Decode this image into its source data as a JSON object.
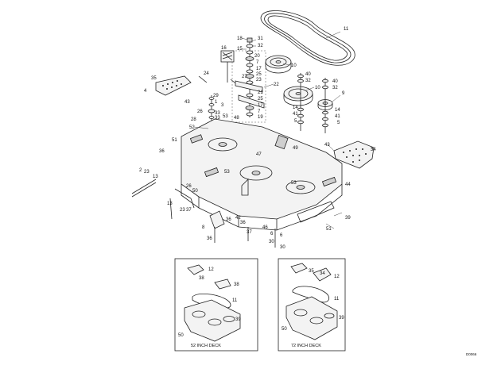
{
  "main_callouts": [
    "11",
    "18",
    "31",
    "32",
    "15",
    "16",
    "20",
    "7",
    "17",
    "25",
    "23",
    "10",
    "40",
    "32",
    "10",
    "40",
    "32",
    "9",
    "24",
    "35",
    "4",
    "43",
    "22",
    "27",
    "21",
    "25",
    "17",
    "7",
    "19",
    "29",
    "1",
    "3",
    "26",
    "33",
    "33",
    "28",
    "53",
    "48",
    "52",
    "51",
    "36",
    "49",
    "47",
    "14",
    "41",
    "5",
    "14",
    "41",
    "5",
    "43",
    "34",
    "2",
    "23",
    "13",
    "26",
    "50",
    "53",
    "53",
    "44",
    "13",
    "23",
    "37",
    "8",
    "36",
    "42",
    "36",
    "46",
    "6",
    "37",
    "39",
    "51",
    "36",
    "6",
    "30",
    "30"
  ],
  "inset_left": {
    "callouts": [
      "12",
      "38",
      "38",
      "11",
      "39",
      "50"
    ],
    "caption": "52 INCH DECK"
  },
  "inset_right": {
    "callouts": [
      "35",
      "34",
      "12",
      "11",
      "39",
      "50"
    ],
    "caption": "72 INCH DECK"
  },
  "drawing_code": "D0066"
}
